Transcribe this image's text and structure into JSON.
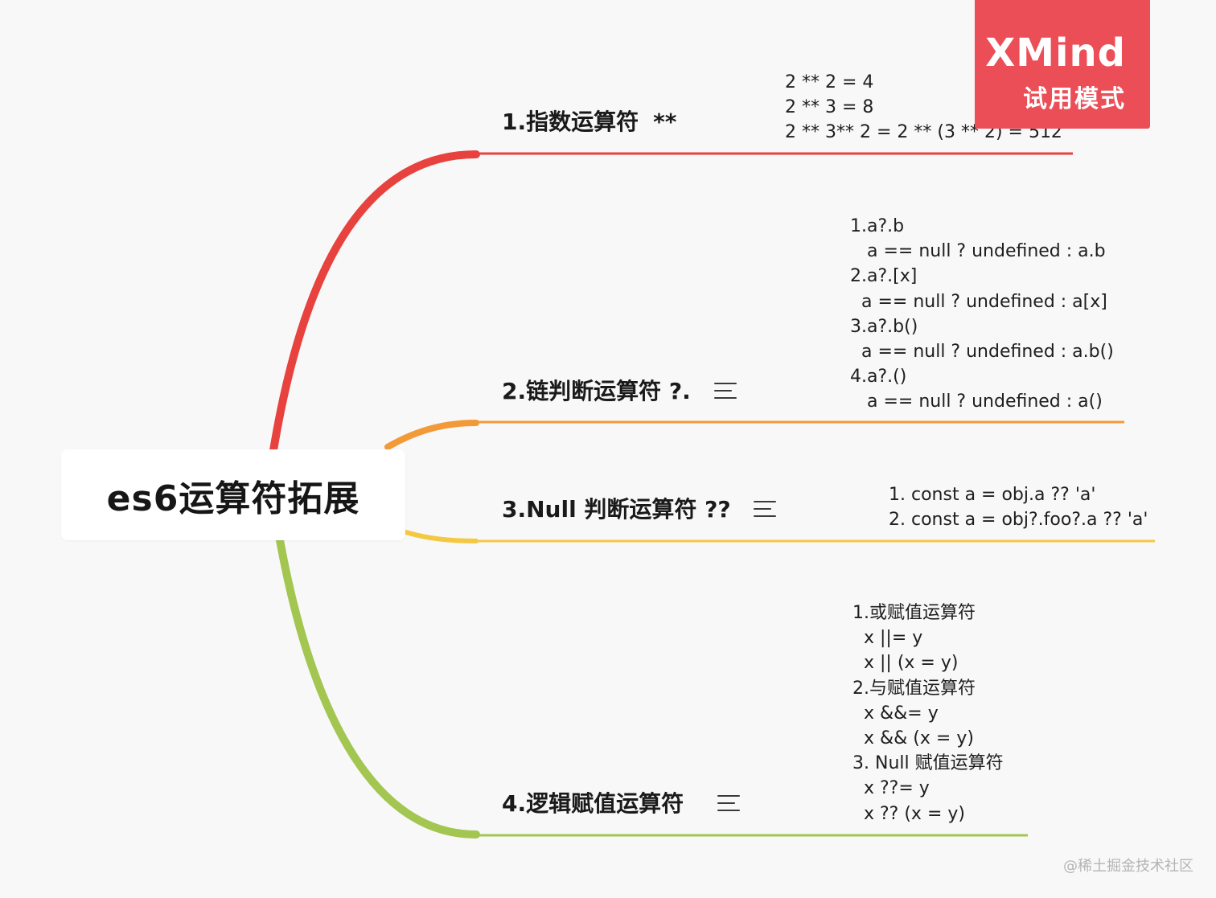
{
  "root": {
    "title": "es6运算符拓展"
  },
  "branches": [
    {
      "title": "1.指数运算符",
      "title_mark": "**",
      "color": "#e8423f",
      "has_note": false,
      "details": [
        "2 ** 2 = 4",
        "2 ** 3 = 8",
        "2 ** 3** 2 = 2 ** (3 ** 2) = 512"
      ]
    },
    {
      "title": "2.链判断运算符 ?.",
      "color": "#f29a38",
      "has_note": true,
      "details": [
        "1.a?.b",
        "   a == null ? undefined : a.b",
        "2.a?.[x]",
        "  a == null ? undefined : a[x]",
        "3.a?.b()",
        "  a == null ? undefined : a.b()",
        "4.a?.()",
        "   a == null ? undefined : a()"
      ]
    },
    {
      "title": "3.Null 判断运算符 ??",
      "color": "#f5c842",
      "has_note": true,
      "details": [
        "1. const a = obj.a ?? 'a'",
        "2. const a = obj?.foo?.a ?? 'a'"
      ]
    },
    {
      "title": "4.逻辑赋值运算符",
      "color": "#a3c651",
      "has_note": true,
      "details": [
        "1.或赋值运算符",
        "  x ||= y",
        "  x || (x = y)",
        "2.与赋值运算符",
        "  x &&= y",
        "  x && (x = y)",
        "3. Null 赋值运算符",
        "  x ??= y",
        "  x ?? (x = y)"
      ]
    }
  ],
  "watermark": {
    "logo": "XMind",
    "mode": "试用模式",
    "color": "#ec4e58"
  },
  "credit": "@稀土掘金技术社区"
}
